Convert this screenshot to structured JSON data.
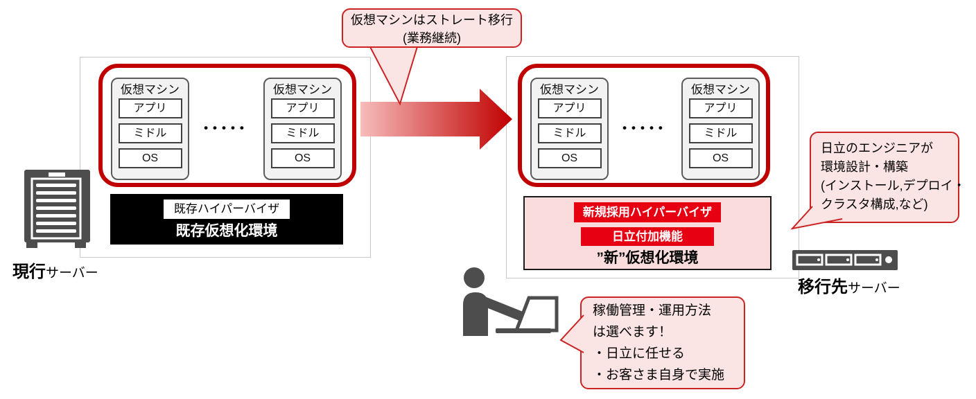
{
  "colors": {
    "deep_red_border": "#C00000",
    "bright_red_bar": "#E60012",
    "callout_border": "#CC2222",
    "callout_fill": "#FBE4E4",
    "panel_pink_fill": "#FBDCDC",
    "icon_dark_gray": "#4D4D4D",
    "container_border_gray": "#C9C9C9",
    "vm_card_fill": "#F2F2F2",
    "legacy_box_black": "#000000"
  },
  "top_callout": {
    "line1": "仮想マシンはストレート移行",
    "line2": "(業務継続)"
  },
  "vm": {
    "title": "仮想マシン",
    "layers": [
      "アプリ",
      "ミドル",
      "OS"
    ],
    "dots": "•••••"
  },
  "left_env": {
    "hypervisor": "既存ハイパーバイザ",
    "label": "既存仮想化環境",
    "server_name": "現行",
    "server_suffix": "サーバー"
  },
  "right_env": {
    "hypervisor": "新規採用ハイパーバイザ",
    "addon": "日立付加機能",
    "label": "”新”仮想化環境",
    "server_name": "移行先",
    "server_suffix": "サーバー"
  },
  "engineer_callout": {
    "line1": "日立のエンジニアが",
    "line2": "環境設計・構築",
    "line3": "(インストール,デプロイ・",
    "line4": "クラスタ構成,など)"
  },
  "operation_callout": {
    "line1": "稼働管理・運用方法",
    "line2": "は選べます！",
    "line3": "・日立に任せる",
    "line4": "・お客さま自身で実施"
  }
}
